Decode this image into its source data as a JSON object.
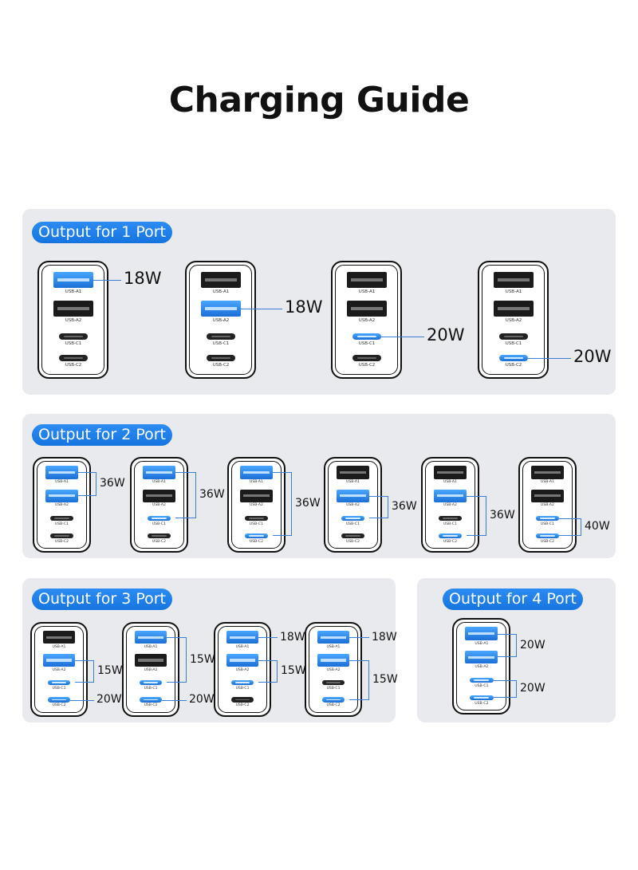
{
  "title": "Charging Guide",
  "colors": {
    "panel_bg": "#e9eaed",
    "pill_bg": "#1f7fe8",
    "active_port": "#2d8cf0",
    "inactive_port": "#1b1b1b",
    "connector_line": "#3a7fd6"
  },
  "port_labels": [
    "USB-A1",
    "USB-A2",
    "USB-C1",
    "USB-C2"
  ],
  "sections": [
    {
      "heading": "Output for 1 Port",
      "configs": [
        {
          "active": [
            true,
            false,
            false,
            false
          ],
          "groups": [
            {
              "ports": [
                0
              ],
              "label": "18W"
            }
          ]
        },
        {
          "active": [
            false,
            true,
            false,
            false
          ],
          "groups": [
            {
              "ports": [
                1
              ],
              "label": "18W"
            }
          ]
        },
        {
          "active": [
            false,
            false,
            true,
            false
          ],
          "groups": [
            {
              "ports": [
                2
              ],
              "label": "20W"
            }
          ]
        },
        {
          "active": [
            false,
            false,
            false,
            true
          ],
          "groups": [
            {
              "ports": [
                3
              ],
              "label": "20W"
            }
          ]
        }
      ]
    },
    {
      "heading": "Output for 2 Port",
      "configs": [
        {
          "active": [
            true,
            true,
            false,
            false
          ],
          "groups": [
            {
              "ports": [
                0,
                1
              ],
              "label": "36W"
            }
          ]
        },
        {
          "active": [
            true,
            false,
            true,
            false
          ],
          "groups": [
            {
              "ports": [
                0,
                2
              ],
              "label": "36W"
            }
          ]
        },
        {
          "active": [
            true,
            false,
            false,
            true
          ],
          "groups": [
            {
              "ports": [
                0,
                3
              ],
              "label": "36W"
            }
          ]
        },
        {
          "active": [
            false,
            true,
            true,
            false
          ],
          "groups": [
            {
              "ports": [
                1,
                2
              ],
              "label": "36W"
            }
          ]
        },
        {
          "active": [
            false,
            true,
            false,
            true
          ],
          "groups": [
            {
              "ports": [
                1,
                3
              ],
              "label": "36W"
            }
          ]
        },
        {
          "active": [
            false,
            false,
            true,
            true
          ],
          "groups": [
            {
              "ports": [
                2,
                3
              ],
              "label": "40W"
            }
          ]
        }
      ]
    },
    {
      "heading": "Output for 3 Port",
      "configs": [
        {
          "active": [
            false,
            true,
            true,
            true
          ],
          "groups": [
            {
              "ports": [
                1,
                2
              ],
              "label": "15W"
            },
            {
              "ports": [
                3
              ],
              "label": "20W"
            }
          ]
        },
        {
          "active": [
            true,
            false,
            true,
            true
          ],
          "groups": [
            {
              "ports": [
                0,
                2
              ],
              "label": "15W"
            },
            {
              "ports": [
                3
              ],
              "label": "20W"
            }
          ]
        },
        {
          "active": [
            true,
            true,
            true,
            false
          ],
          "groups": [
            {
              "ports": [
                0
              ],
              "label": "18W"
            },
            {
              "ports": [
                1,
                2
              ],
              "label": "15W"
            }
          ]
        },
        {
          "active": [
            true,
            true,
            false,
            true
          ],
          "groups": [
            {
              "ports": [
                0
              ],
              "label": "18W"
            },
            {
              "ports": [
                1,
                3
              ],
              "label": "15W"
            }
          ]
        }
      ]
    },
    {
      "heading": "Output for 4 Port",
      "configs": [
        {
          "active": [
            true,
            true,
            true,
            true
          ],
          "groups": [
            {
              "ports": [
                0,
                1
              ],
              "label": "20W"
            },
            {
              "ports": [
                2,
                3
              ],
              "label": "20W"
            }
          ]
        }
      ]
    }
  ]
}
